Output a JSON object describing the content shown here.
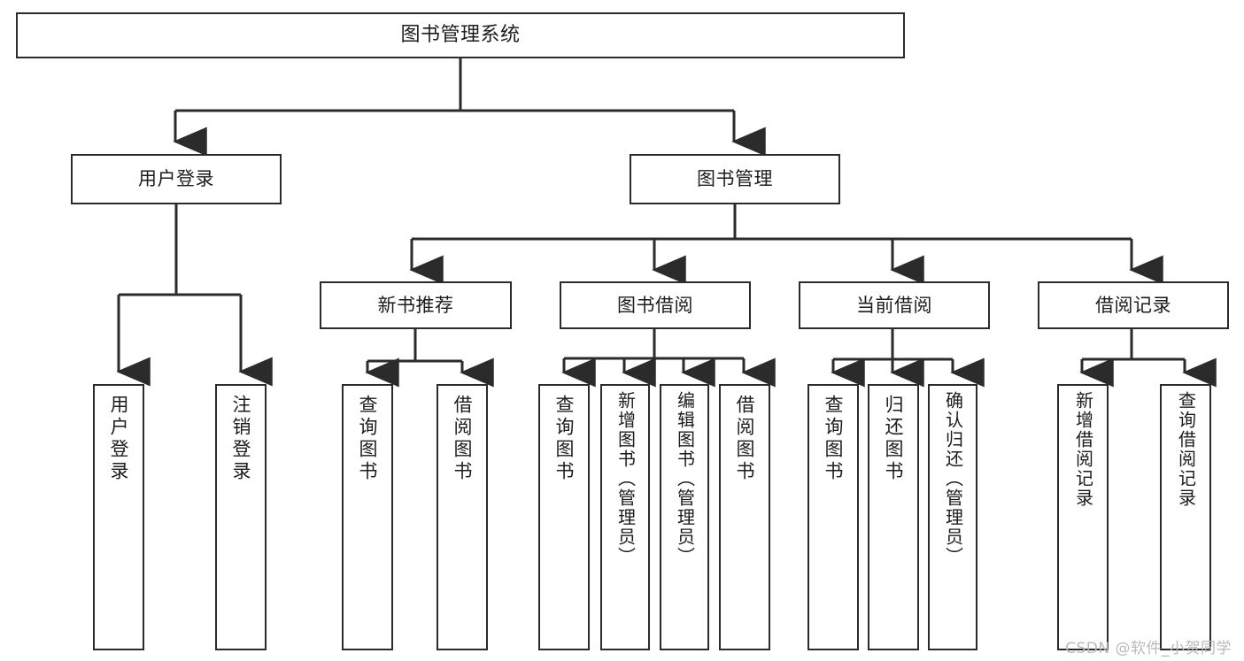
{
  "diagram": {
    "type": "tree",
    "title": "图书管理系统",
    "root": {
      "id": "root",
      "label": "图书管理系统"
    },
    "level2": [
      {
        "id": "user-login",
        "label": "用户登录"
      },
      {
        "id": "book-manage",
        "label": "图书管理"
      }
    ],
    "level3": [
      {
        "id": "new-book-recommend",
        "label": "新书推荐"
      },
      {
        "id": "book-borrow",
        "label": "图书借阅"
      },
      {
        "id": "current-borrow",
        "label": "当前借阅"
      },
      {
        "id": "borrow-record",
        "label": "借阅记录"
      }
    ],
    "leaves": {
      "user_login": [
        {
          "id": "leaf-user-login",
          "label": "用户登录"
        },
        {
          "id": "leaf-logout",
          "label": "注销登录"
        }
      ],
      "new_book_recommend": [
        {
          "id": "leaf-query-book-1",
          "label": "查询图书"
        },
        {
          "id": "leaf-borrow-book-1",
          "label": "借阅图书"
        }
      ],
      "book_borrow": [
        {
          "id": "leaf-query-book-2",
          "label": "查询图书"
        },
        {
          "id": "leaf-add-book",
          "label": "新增图书（管理员）"
        },
        {
          "id": "leaf-edit-book",
          "label": "编辑图书（管理员）"
        },
        {
          "id": "leaf-borrow-book-2",
          "label": "借阅图书"
        }
      ],
      "current_borrow": [
        {
          "id": "leaf-query-book-3",
          "label": "查询图书"
        },
        {
          "id": "leaf-return-book",
          "label": "归还图书"
        },
        {
          "id": "leaf-confirm-return",
          "label": "确认归还（管理员）"
        }
      ],
      "borrow_record": [
        {
          "id": "leaf-add-record",
          "label": "新增借阅记录"
        },
        {
          "id": "leaf-query-record",
          "label": "查询借阅记录"
        }
      ]
    }
  },
  "watermark": {
    "text": "CSDN @软件_小贺同学"
  },
  "colors": {
    "background": "#ffffff",
    "node_fill": "#ffffff",
    "node_border": "#2b2b2b",
    "connector": "#2b2b2b",
    "text": "#1c1c1c",
    "watermark": "#b9b9b9"
  }
}
